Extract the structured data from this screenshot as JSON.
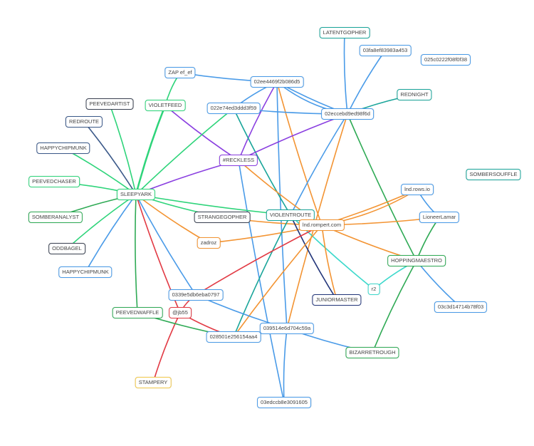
{
  "colors": {
    "blue": "#4a9be8",
    "green": "#2ed47a",
    "darkgreen": "#2faa55",
    "purple": "#8a3fe0",
    "orange": "#f39433",
    "red": "#e23a44",
    "teal": "#1aa59a",
    "cyan": "#3dd9cc",
    "navy": "#23367a",
    "slate": "#3c5a8a",
    "yellow": "#f2c94c",
    "dark": "#3b4252"
  },
  "nodes": [
    {
      "id": "latentgopher",
      "label": "LATENTGOPHER",
      "color": "teal"
    },
    {
      "id": "n03fa",
      "label": "03fa8ef83983a453",
      "color": "blue"
    },
    {
      "id": "n025c",
      "label": "025c0222f08f0f38",
      "color": "blue"
    },
    {
      "id": "rednight",
      "label": "REDNIGHT",
      "color": "teal"
    },
    {
      "id": "zap",
      "label": "ZAP ef_ef",
      "color": "blue"
    },
    {
      "id": "n02ee",
      "label": "02ee4469f2b086d5",
      "color": "blue"
    },
    {
      "id": "n02ec",
      "label": "02eccebd9ed98f6d",
      "color": "blue"
    },
    {
      "id": "violetfeed",
      "label": "VIOLETFEED",
      "color": "green"
    },
    {
      "id": "n022e",
      "label": "022e74ed3ddd3f59",
      "color": "blue"
    },
    {
      "id": "peevedartist",
      "label": "PEEVEDARTIST",
      "color": "dark"
    },
    {
      "id": "redroute",
      "label": "REDROUTE",
      "color": "slate"
    },
    {
      "id": "happychipmunk1",
      "label": "HAPPYCHIPMUNK",
      "color": "slate"
    },
    {
      "id": "reckless",
      "label": "#RECKLESS",
      "color": "purple"
    },
    {
      "id": "sombersouffle",
      "label": "SOMBERSOUFFLE",
      "color": "teal"
    },
    {
      "id": "peevedchaser",
      "label": "PEEVEDCHASER",
      "color": "green"
    },
    {
      "id": "sleepyark",
      "label": "SLEEPYARK",
      "color": "green"
    },
    {
      "id": "lndrows",
      "label": "lnd.rows.io",
      "color": "blue"
    },
    {
      "id": "strangegopher",
      "label": "STRANGEGOPHER",
      "color": "dark"
    },
    {
      "id": "violentroute",
      "label": "VIOLENTROUTE",
      "color": "teal"
    },
    {
      "id": "lioneer",
      "label": "LioneerLamar",
      "color": "blue"
    },
    {
      "id": "lndrompert",
      "label": "lnd.rompert.com",
      "color": "orange"
    },
    {
      "id": "somberanalyst",
      "label": "SOMBERANALYST",
      "color": "darkgreen"
    },
    {
      "id": "zadroz",
      "label": "zadroz",
      "color": "orange"
    },
    {
      "id": "oddbagel",
      "label": "ODDBAGEL",
      "color": "dark"
    },
    {
      "id": "hoppingmaestro",
      "label": "HOPPINGMAESTRO",
      "color": "darkgreen"
    },
    {
      "id": "happychipmunk2",
      "label": "HAPPYCHIPMUNK",
      "color": "blue"
    },
    {
      "id": "n0339",
      "label": "0339e5db6eba0797",
      "color": "blue"
    },
    {
      "id": "juniormaster",
      "label": "JUNIORMASTER",
      "color": "navy"
    },
    {
      "id": "r2",
      "label": "r2",
      "color": "cyan"
    },
    {
      "id": "n03c3",
      "label": "03c3d14714b78f03",
      "color": "blue"
    },
    {
      "id": "peevedwaffle",
      "label": "PEEVEDWAFFLE",
      "color": "darkgreen"
    },
    {
      "id": "jb55",
      "label": "@jb55",
      "color": "red"
    },
    {
      "id": "n0395",
      "label": "039514e6d704c59a",
      "color": "blue"
    },
    {
      "id": "n0285",
      "label": "028501e256154aa4",
      "color": "blue"
    },
    {
      "id": "bizarretrough",
      "label": "BIZARRETROUGH",
      "color": "darkgreen"
    },
    {
      "id": "stampery",
      "label": "STAMPERY",
      "color": "yellow"
    },
    {
      "id": "n03ed",
      "label": "03edccb8e3091605",
      "color": "blue"
    }
  ],
  "edges": [
    [
      "zap",
      "violetfeed",
      "green"
    ],
    [
      "zap",
      "n02ee",
      "blue"
    ],
    [
      "violetfeed",
      "sleepyark",
      "green"
    ],
    [
      "violetfeed",
      "reckless",
      "purple"
    ],
    [
      "n02ee",
      "n022e",
      "blue"
    ],
    [
      "n02ee",
      "n02ec",
      "blue"
    ],
    [
      "n02ee",
      "n02ec",
      "blue"
    ],
    [
      "n02ee",
      "reckless",
      "purple"
    ],
    [
      "n02ee",
      "n0395",
      "blue"
    ],
    [
      "n02ee",
      "lndrompert",
      "orange"
    ],
    [
      "n022e",
      "n02ec",
      "blue"
    ],
    [
      "n022e",
      "sleepyark",
      "green"
    ],
    [
      "n022e",
      "violentroute",
      "teal"
    ],
    [
      "latentgopher",
      "n02ec",
      "blue"
    ],
    [
      "n03fa",
      "n02ec",
      "blue"
    ],
    [
      "rednight",
      "n02ec",
      "teal"
    ],
    [
      "n02ec",
      "reckless",
      "purple"
    ],
    [
      "n02ec",
      "violentroute",
      "blue"
    ],
    [
      "n02ec",
      "hoppingmaestro",
      "darkgreen"
    ],
    [
      "n02ec",
      "n0395",
      "orange"
    ],
    [
      "reckless",
      "sleepyark",
      "purple"
    ],
    [
      "reckless",
      "lndrompert",
      "orange"
    ],
    [
      "reckless",
      "n03ed",
      "blue"
    ],
    [
      "sleepyark",
      "peevedartist",
      "green"
    ],
    [
      "sleepyark",
      "redroute",
      "slate"
    ],
    [
      "sleepyark",
      "happychipmunk1",
      "green"
    ],
    [
      "sleepyark",
      "peevedchaser",
      "green"
    ],
    [
      "sleepyark",
      "somberanalyst",
      "darkgreen"
    ],
    [
      "sleepyark",
      "oddbagel",
      "green"
    ],
    [
      "sleepyark",
      "happychipmunk2",
      "blue"
    ],
    [
      "sleepyark",
      "violentroute",
      "green"
    ],
    [
      "sleepyark",
      "strangegopher",
      "green"
    ],
    [
      "sleepyark",
      "zadroz",
      "orange"
    ],
    [
      "sleepyark",
      "peevedwaffle",
      "darkgreen"
    ],
    [
      "sleepyark",
      "jb55",
      "red"
    ],
    [
      "sleepyark",
      "n0339",
      "blue"
    ],
    [
      "strangegopher",
      "lndrompert",
      "orange"
    ],
    [
      "zadroz",
      "lndrompert",
      "orange"
    ],
    [
      "violentroute",
      "n0285",
      "teal"
    ],
    [
      "violentroute",
      "r2",
      "cyan"
    ],
    [
      "violentroute",
      "juniormaster",
      "navy"
    ],
    [
      "lndrompert",
      "lndrows",
      "orange"
    ],
    [
      "lndrompert",
      "lndrows",
      "orange"
    ],
    [
      "lndrompert",
      "lioneer",
      "orange"
    ],
    [
      "lndrompert",
      "hoppingmaestro",
      "orange"
    ],
    [
      "lndrompert",
      "juniormaster",
      "orange"
    ],
    [
      "lndrompert",
      "n0285",
      "orange"
    ],
    [
      "lndrompert",
      "n0339",
      "red"
    ],
    [
      "lndrows",
      "lioneer",
      "blue"
    ],
    [
      "lioneer",
      "hoppingmaestro",
      "darkgreen"
    ],
    [
      "hoppingmaestro",
      "r2",
      "cyan"
    ],
    [
      "hoppingmaestro",
      "n03c3",
      "blue"
    ],
    [
      "hoppingmaestro",
      "bizarretrough",
      "darkgreen"
    ],
    [
      "n0339",
      "jb55",
      "red"
    ],
    [
      "n0339",
      "n0395",
      "blue"
    ],
    [
      "jb55",
      "n0285",
      "red"
    ],
    [
      "jb55",
      "stampery",
      "red"
    ],
    [
      "peevedwaffle",
      "n0285",
      "darkgreen"
    ],
    [
      "n0395",
      "bizarretrough",
      "blue"
    ],
    [
      "n0395",
      "n03ed",
      "blue"
    ]
  ]
}
